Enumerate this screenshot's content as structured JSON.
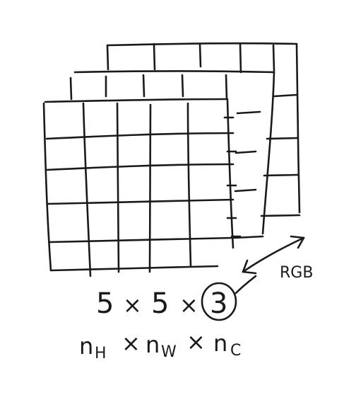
{
  "diagram": {
    "channel_label": "RGB",
    "dimensions": {
      "height": "5",
      "times1": "×",
      "width": "5",
      "times2": "×",
      "channels": "3"
    },
    "symbols": {
      "height": "n",
      "height_sub": "H",
      "times1": "×",
      "width": "n",
      "width_sub": "W",
      "times2": "×",
      "channels": "n",
      "channels_sub": "C"
    },
    "ink_color": "#1a1a1a",
    "background_color": "#ffffff"
  }
}
